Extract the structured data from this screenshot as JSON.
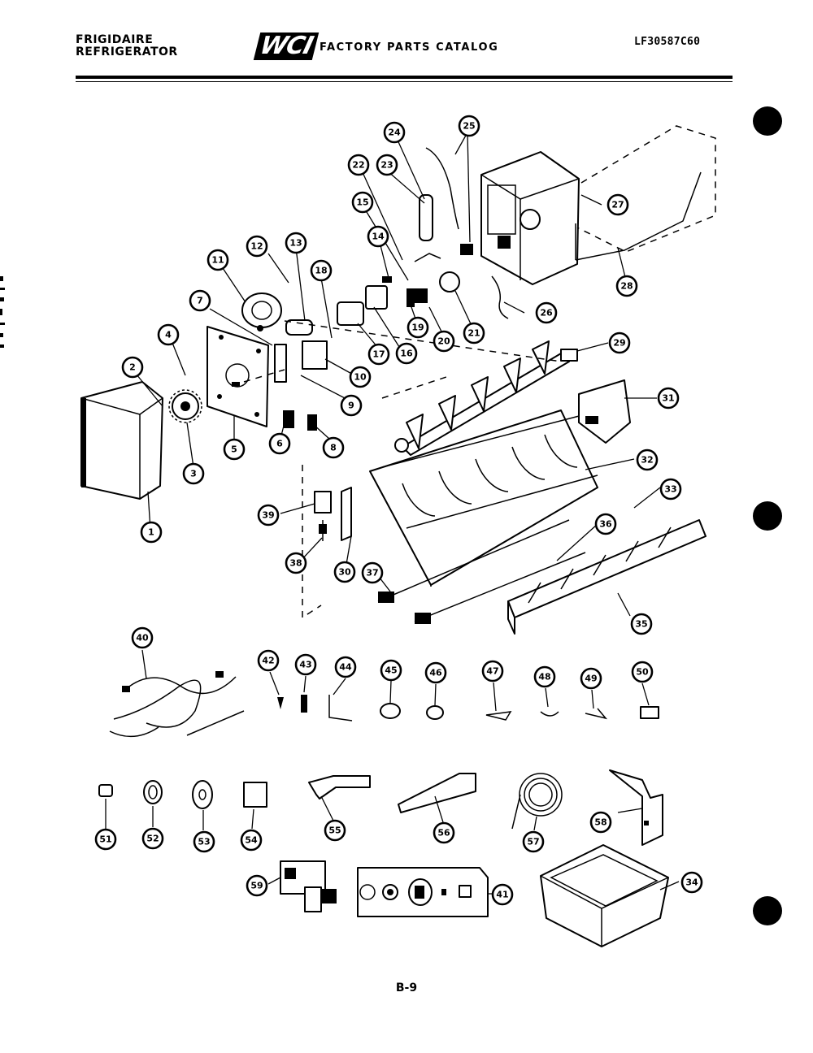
{
  "header": {
    "brand_line1": "FRIGIDAIRE",
    "brand_line2": "REFRIGERATOR",
    "logo": "WCI",
    "catalog_title": "FACTORY PARTS CATALOG",
    "model_number": "LF30587C60"
  },
  "diagram": {
    "callouts": [
      "1",
      "2",
      "3",
      "4",
      "5",
      "6",
      "7",
      "8",
      "9",
      "10",
      "11",
      "12",
      "13",
      "15",
      "16",
      "17",
      "18",
      "19",
      "20",
      "21",
      "22",
      "23",
      "24",
      "25",
      "26",
      "27",
      "28",
      "29",
      "30",
      "31",
      "32",
      "33",
      "34",
      "35",
      "36",
      "37",
      "38",
      "39",
      "40",
      "41",
      "42",
      "43",
      "44",
      "45",
      "46",
      "47",
      "48",
      "49",
      "50",
      "51",
      "52",
      "53",
      "54",
      "55",
      "56",
      "57",
      "58",
      "59"
    ],
    "rows": [
      [
        {
          "id": "11",
          "label": "11"
        },
        {
          "id": "12",
          "label": "12"
        },
        {
          "id": "13",
          "label": "13"
        },
        {
          "id": "18a",
          "label": "18"
        },
        {
          "id": "14",
          "label": "14"
        },
        {
          "id": "15",
          "label": "15"
        },
        {
          "id": "22",
          "label": "22"
        },
        {
          "id": "23",
          "label": "23"
        },
        {
          "id": "24",
          "label": "24"
        },
        {
          "id": "25",
          "label": "25"
        },
        {
          "id": "27",
          "label": "27"
        },
        {
          "id": "28",
          "label": "28"
        },
        {
          "id": "7",
          "label": "7"
        },
        {
          "id": "16",
          "label": "16"
        },
        {
          "id": "17",
          "label": "17"
        },
        {
          "id": "19",
          "label": "19"
        },
        {
          "id": "20",
          "label": "20"
        },
        {
          "id": "21",
          "label": "21"
        },
        {
          "id": "26",
          "label": "26"
        },
        {
          "id": "29",
          "label": "29"
        },
        {
          "id": "4",
          "label": "4"
        },
        {
          "id": "10",
          "label": "10"
        },
        {
          "id": "9",
          "label": "9"
        },
        {
          "id": "2",
          "label": "2"
        },
        {
          "id": "31",
          "label": "31"
        },
        {
          "id": "5",
          "label": "5"
        },
        {
          "id": "6",
          "label": "6"
        },
        {
          "id": "8",
          "label": "8"
        },
        {
          "id": "3",
          "label": "3"
        },
        {
          "id": "32",
          "label": "32"
        },
        {
          "id": "33",
          "label": "33"
        },
        {
          "id": "1",
          "label": "1"
        },
        {
          "id": "39",
          "label": "39"
        },
        {
          "id": "36",
          "label": "36"
        },
        {
          "id": "38",
          "label": "38"
        },
        {
          "id": "30",
          "label": "30"
        },
        {
          "id": "37",
          "label": "37"
        },
        {
          "id": "35",
          "label": "35"
        }
      ],
      [
        {
          "id": "40",
          "label": "40"
        },
        {
          "id": "42",
          "label": "42"
        },
        {
          "id": "43",
          "label": "43"
        },
        {
          "id": "44",
          "label": "44"
        },
        {
          "id": "45",
          "label": "45"
        },
        {
          "id": "46",
          "label": "46"
        },
        {
          "id": "47",
          "label": "47"
        },
        {
          "id": "48",
          "label": "48"
        },
        {
          "id": "49",
          "label": "49"
        },
        {
          "id": "50",
          "label": "50"
        }
      ],
      [
        {
          "id": "51",
          "label": "51"
        },
        {
          "id": "52",
          "label": "52"
        },
        {
          "id": "53",
          "label": "53"
        },
        {
          "id": "54",
          "label": "54"
        },
        {
          "id": "55",
          "label": "55"
        },
        {
          "id": "56",
          "label": "56"
        },
        {
          "id": "57",
          "label": "57"
        },
        {
          "id": "58",
          "label": "58"
        },
        {
          "id": "59",
          "label": "59"
        },
        {
          "id": "41",
          "label": "41"
        },
        {
          "id": "34",
          "label": "34"
        }
      ]
    ]
  },
  "footer": {
    "page_number": "B-9"
  }
}
